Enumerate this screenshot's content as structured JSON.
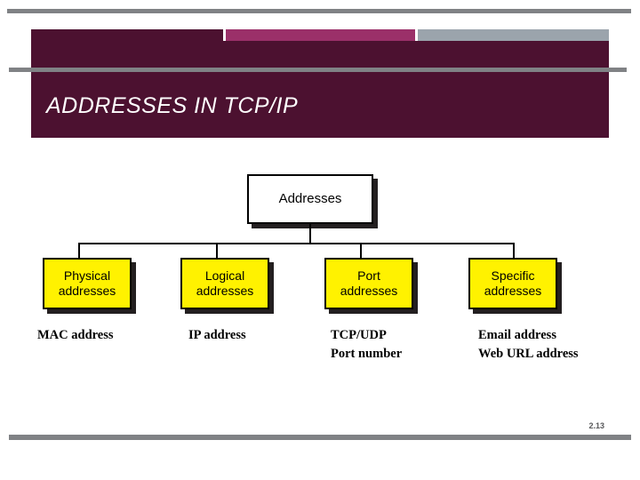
{
  "slide": {
    "title": "ADDRESSES IN TCP/IP",
    "page_number": "2.13"
  },
  "theme": {
    "title_band": "#4C1130",
    "accent_pink": "#9B3069",
    "accent_gray": "#9BA4AC",
    "rule_gray": "#808285",
    "leaf_fill": "#FFF200",
    "root_fill": "#FFFFFF",
    "stroke": "#000000",
    "shadow": "#231F20"
  },
  "diagram": {
    "type": "tree",
    "root": {
      "label": "Addresses"
    },
    "leaves": [
      {
        "line1": "Physical",
        "line2": "addresses"
      },
      {
        "line1": "Logical",
        "line2": "addresses"
      },
      {
        "line1": "Port",
        "line2": "addresses"
      },
      {
        "line1": "Specific",
        "line2": "addresses"
      }
    ],
    "captions": [
      {
        "line1": "MAC address",
        "line2": ""
      },
      {
        "line1": "IP address",
        "line2": ""
      },
      {
        "line1": "TCP/UDP",
        "line2": "Port number"
      },
      {
        "line1": "Email address",
        "line2": "Web URL address"
      }
    ]
  }
}
